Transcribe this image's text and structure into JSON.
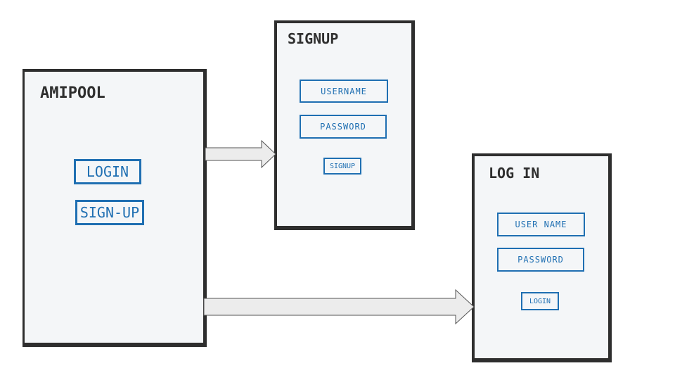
{
  "screens": {
    "home": {
      "title": "AMIPOOL",
      "login_label": "LOGIN",
      "signup_label": "SIGN-UP"
    },
    "signup": {
      "title": "SIGNUP",
      "username_label": "USERNAME",
      "password_label": "PASSWORD",
      "button_label": "SIGNUP"
    },
    "login": {
      "title": "LOG IN",
      "username_label": "USER NAME",
      "password_label": "PASSWORD",
      "button_label": "LOGIN"
    }
  },
  "colors": {
    "card_border": "#2e2e2e",
    "card_fill": "#f4f6f8",
    "pen_blue": "#1f6fb2",
    "title_ink": "#2f2f2f",
    "arrow_fill": "#ececec",
    "arrow_stroke": "#555555"
  }
}
